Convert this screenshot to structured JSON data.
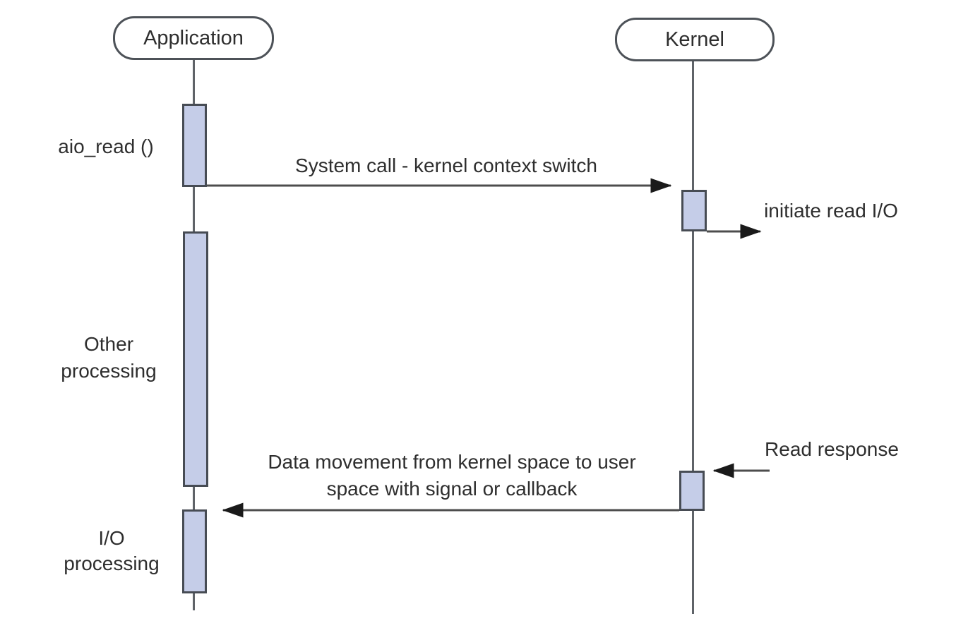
{
  "diagram": {
    "type": "sequence-diagram",
    "actors": [
      {
        "id": "application",
        "label": "Application"
      },
      {
        "id": "kernel",
        "label": "Kernel"
      }
    ],
    "activation_labels": {
      "aio_read": "aio_read ()",
      "other_processing_lines": [
        "Other",
        "processing"
      ],
      "io_processing_lines": [
        "I/O",
        "processing"
      ]
    },
    "messages": {
      "system_call": "System call - kernel context switch",
      "initiate_read": "initiate read I/O",
      "read_response": "Read response",
      "data_movement_lines": [
        "Data movement from kernel space to user",
        "space with signal or callback"
      ]
    },
    "colors": {
      "background": "#ffffff",
      "activation_fill": "#c5cde8",
      "activation_border": "#474c54",
      "lifeline": "#5f6368",
      "arrow_line": "#4d4d4d",
      "arrowhead": "#1a1a1a",
      "text": "#2e2e2e",
      "header_border": "#4d5258",
      "header_fill": "#ffffff"
    }
  }
}
